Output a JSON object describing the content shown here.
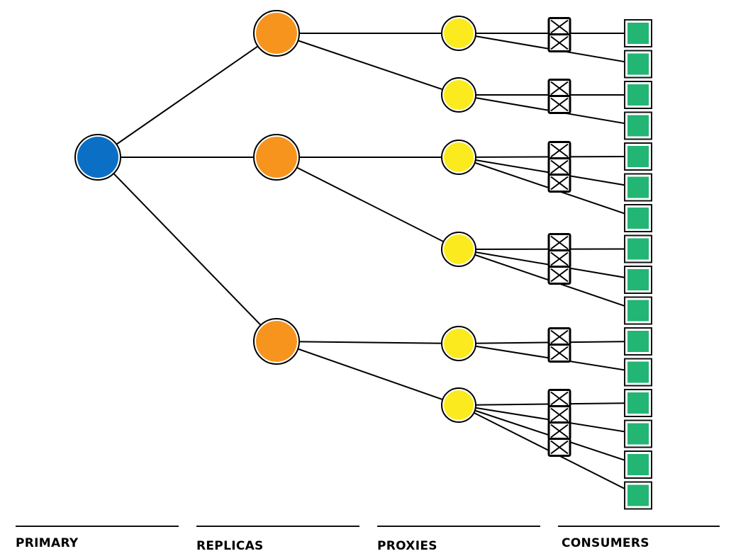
{
  "legend": {
    "primary": "PRIMARY",
    "replicas": "REPLICAS",
    "proxies": "PROXIES",
    "consumers": "CONSUMERS"
  },
  "colors": {
    "primary": "#0b6fc6",
    "replica": "#f7941d",
    "proxy": "#fbeb1e",
    "consumer": "#22b573",
    "outline": "#000000"
  },
  "topology": {
    "primary_count": 1,
    "replicas": [
      {
        "proxies": [
          {
            "consumers": 2
          },
          {
            "consumers": 2
          }
        ]
      },
      {
        "proxies": [
          {
            "consumers": 3
          },
          {
            "consumers": 3
          }
        ]
      },
      {
        "proxies": [
          {
            "consumers": 2
          },
          {
            "consumers": 4
          }
        ]
      }
    ]
  }
}
